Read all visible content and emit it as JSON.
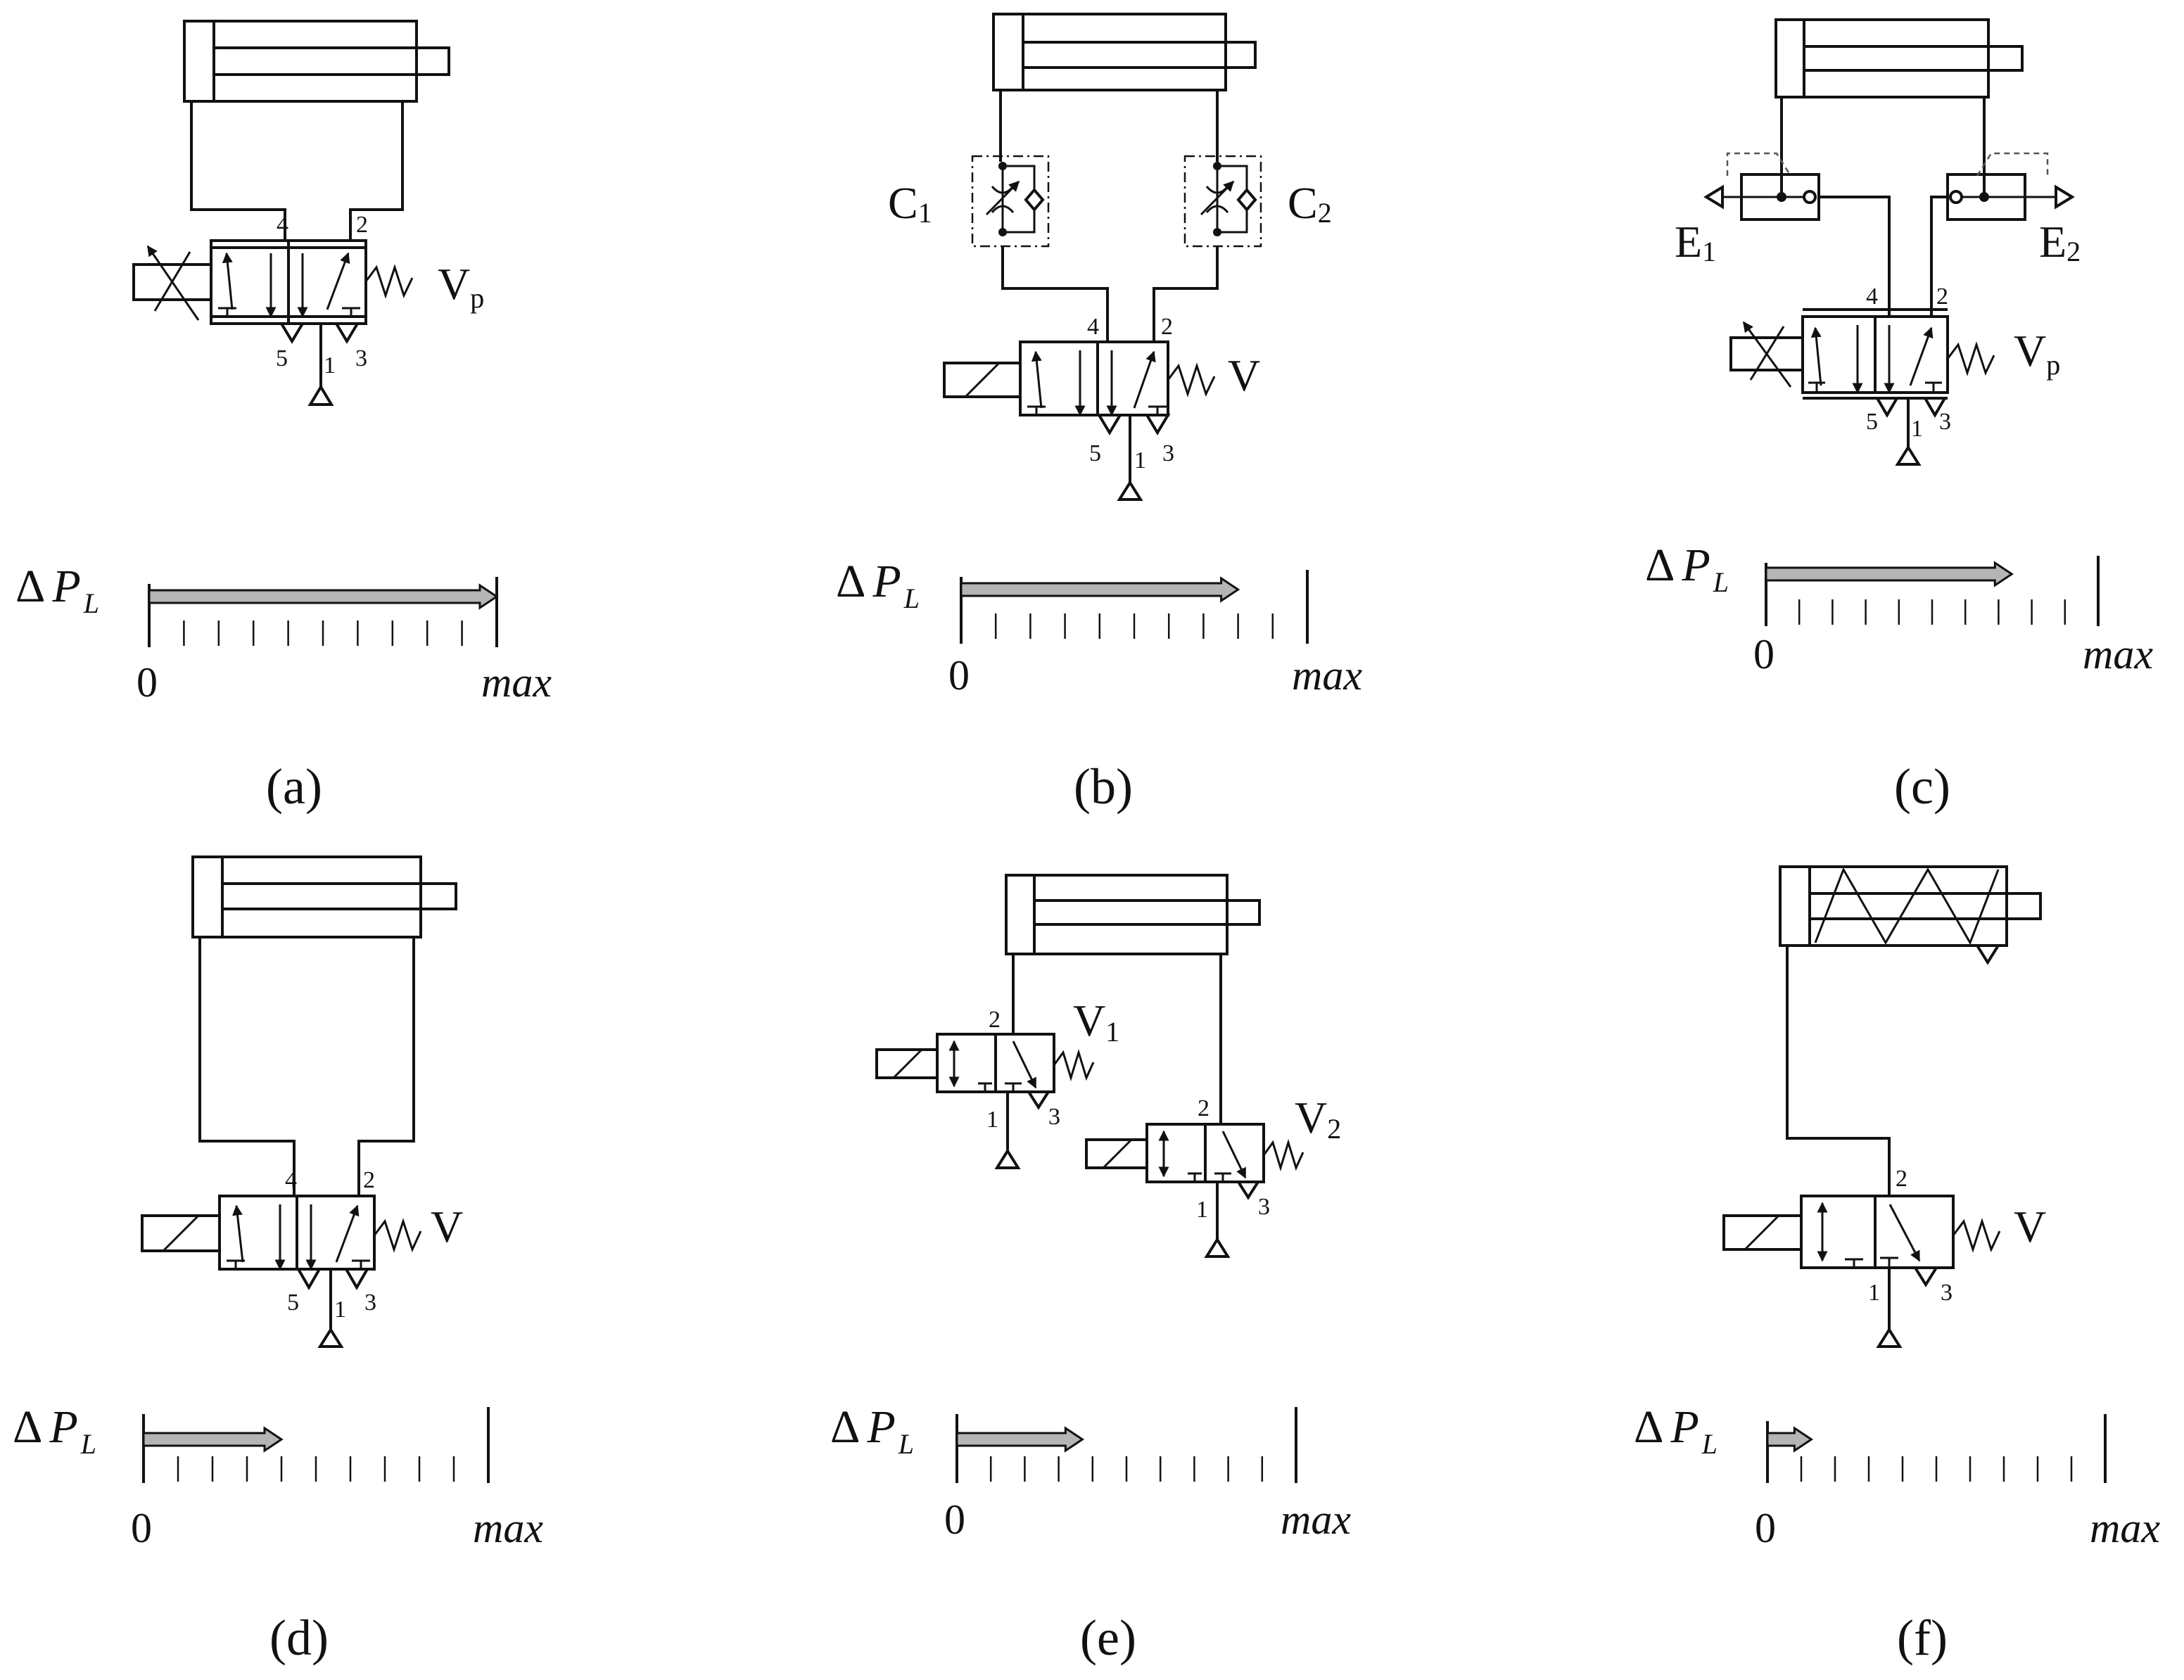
{
  "panels": [
    {
      "id": "a",
      "caption": "(a)",
      "valve_label": "V",
      "valve_label_sub": "p",
      "port_labels": [
        "4",
        "2",
        "5",
        "1",
        "3"
      ],
      "scale": {
        "symbol": "Δ",
        "var": "P",
        "var_sub": "L",
        "zero": "0",
        "max": "max",
        "level": 1.0
      }
    },
    {
      "id": "b",
      "caption": "(b)",
      "valve_label": "V",
      "valve_label_sub": "",
      "port_labels": [
        "4",
        "2",
        "5",
        "1",
        "3"
      ],
      "component_labels": [
        {
          "main": "C",
          "sub": "1"
        },
        {
          "main": "C",
          "sub": "2"
        }
      ],
      "scale": {
        "symbol": "Δ",
        "var": "P",
        "var_sub": "L",
        "zero": "0",
        "max": "max",
        "level": 0.8
      }
    },
    {
      "id": "c",
      "caption": "(c)",
      "valve_label": "V",
      "valve_label_sub": "p",
      "port_labels": [
        "4",
        "2",
        "5",
        "1",
        "3"
      ],
      "component_labels": [
        {
          "main": "E",
          "sub": "1"
        },
        {
          "main": "E",
          "sub": "2"
        }
      ],
      "scale": {
        "symbol": "Δ",
        "var": "P",
        "var_sub": "L",
        "zero": "0",
        "max": "max",
        "level": 0.74
      }
    },
    {
      "id": "d",
      "caption": "(d)",
      "valve_label": "V",
      "valve_label_sub": "",
      "port_labels": [
        "4",
        "2",
        "5",
        "1",
        "3"
      ],
      "scale": {
        "symbol": "Δ",
        "var": "P",
        "var_sub": "L",
        "zero": "0",
        "max": "max",
        "level": 0.4
      }
    },
    {
      "id": "e",
      "caption": "(e)",
      "valves": [
        {
          "label": "V",
          "sub": "1",
          "ports": [
            "2",
            "1",
            "3"
          ]
        },
        {
          "label": "V",
          "sub": "2",
          "ports": [
            "2",
            "1",
            "3"
          ]
        }
      ],
      "scale": {
        "symbol": "Δ",
        "var": "P",
        "var_sub": "L",
        "zero": "0",
        "max": "max",
        "level": 0.37
      }
    },
    {
      "id": "f",
      "caption": "(f)",
      "valve_label": "V",
      "valve_label_sub": "",
      "port_labels": [
        "2",
        "1",
        "3"
      ],
      "scale": {
        "symbol": "Δ",
        "var": "P",
        "var_sub": "L",
        "zero": "0",
        "max": "max",
        "level": 0.13
      }
    }
  ]
}
